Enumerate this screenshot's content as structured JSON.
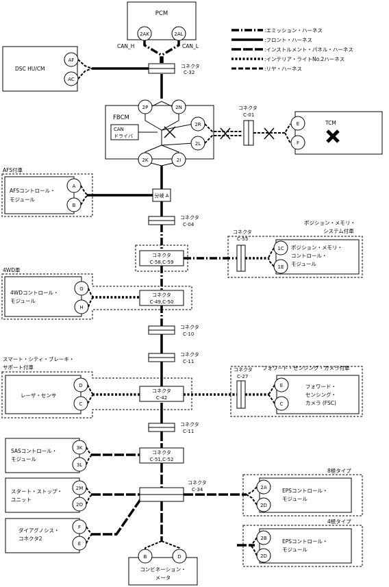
{
  "legend": [
    {
      "label": ":エミッション・ハーネス",
      "style": "emission"
    },
    {
      "label": ":フロント・ハーネス",
      "style": "front"
    },
    {
      "label": ":インストルメント・パネル・ハーネス",
      "style": "inst"
    },
    {
      "label": ":インテリア・ライトNo.2ハーネス",
      "style": "interior"
    },
    {
      "label": ":リヤ・ハーネス",
      "style": "rear"
    }
  ],
  "pcm": {
    "title": "PCM",
    "pin_h": "2AK",
    "pin_l": "2AL",
    "can_h": "CAN_H",
    "can_l": "CAN_L"
  },
  "dsc": {
    "title": "DSC HU/CM",
    "pin1": "AF",
    "pin2": "AC"
  },
  "conn_c32": {
    "line1": "コネクタ",
    "line2": "C-32"
  },
  "fbcm": {
    "title": "FBCM",
    "can_driver_1": "CAN",
    "can_driver_2": "ドライバ",
    "pins": [
      "2P",
      "2N",
      "2R",
      "2L",
      "2K",
      "2I"
    ]
  },
  "conn_c01": {
    "line1": "コネクタ",
    "line2": "C-01"
  },
  "tcm": {
    "title": "TCM",
    "pin1": "E",
    "pin2": "F"
  },
  "afs": {
    "group": "AFS付車",
    "line1": "AFSコントロール・",
    "line2": "モジュール",
    "pin1": "A",
    "pin2": "B"
  },
  "branch_a": {
    "label": "分岐 A"
  },
  "conn_c04": {
    "line1": "コネクタ",
    "line2": "C-04"
  },
  "conn_c55": {
    "line1": "コネクタ",
    "line2": "C-55"
  },
  "pos_mem": {
    "group1": "ポジション・メモリ・",
    "group2": "システム付車",
    "line1": "ポジション・メモリ・",
    "line2": "コントロール・",
    "line3": "モジュール",
    "pin1": "1C",
    "pin2": "1E"
  },
  "conn_c58": {
    "line1": "コネクタ",
    "line2": "C-58,C-59"
  },
  "awd": {
    "group": "4WD車",
    "line1": "4WDコントロール・",
    "line2": "モジュール",
    "pin1": "G",
    "pin2": "H"
  },
  "conn_c49": {
    "line1": "コネクタ",
    "line2": "C-49,C-50"
  },
  "conn_c10": {
    "line1": "コネクタ",
    "line2": "C-10"
  },
  "conn_c11a": {
    "line1": "コネクタ",
    "line2": "C-11"
  },
  "scbs": {
    "group1": "スマート・シティ・ブレーキ・",
    "group2": "サポート付車",
    "label": "レーザ・センサ",
    "pin1": "D",
    "pin2": "C"
  },
  "conn_c27": {
    "line1": "コネクタ",
    "line2": "C-27"
  },
  "fsc": {
    "group": "フォワード・センシング・カメラ付車",
    "line1": "フォワード・",
    "line2": "センシング・",
    "line3": "カメラ (FSC)",
    "pin1": "E",
    "pin2": "C"
  },
  "conn_c42": {
    "line1": "コネクタ",
    "line2": "C-42"
  },
  "conn_c11b": {
    "line1": "コネクタ",
    "line2": "C-11"
  },
  "sas": {
    "line1": "SASコントロール・",
    "line2": "モジュール",
    "pin1": "3K",
    "pin2": "3L"
  },
  "conn_c51": {
    "line1": "コネクタ",
    "line2": "C-51,C-52"
  },
  "start_stop": {
    "line1": "スタート・ストップ・",
    "line2": "ユニット",
    "pin1": "2M",
    "pin2": "2O"
  },
  "conn_c34": {
    "line1": "コネクタ",
    "line2": "C-34"
  },
  "diag": {
    "line1": "ダイアグノシス・",
    "line2": "コネクタ2",
    "pin1": "F",
    "pin2": "E"
  },
  "eps8": {
    "group": "8極タイプ",
    "line1": "EPSコントロール・",
    "line2": "モジュール",
    "pin1": "2A",
    "pin2": "2D"
  },
  "eps4": {
    "group": "4極タイプ",
    "line1": "EPSコントロール・",
    "line2": "モジュール",
    "pin1": "2B",
    "pin2": "2D"
  },
  "meter": {
    "line1": "コンビネーション・",
    "line2": "メータ",
    "pin1": "B",
    "pin2": "D"
  }
}
